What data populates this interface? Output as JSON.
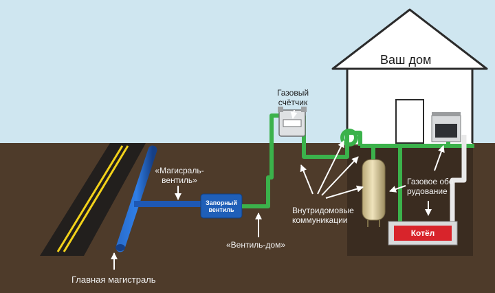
{
  "labels": {
    "house_title": "Ваш дом",
    "gas_meter": [
      "Газовый",
      "счётчик"
    ],
    "main_valve": [
      "«Магисраль-",
      "вентиль»"
    ],
    "shutoff_valve": [
      "Запорный",
      "вентиль"
    ],
    "valve_house": "«Вентиль-дом»",
    "indoor_comm": [
      "Внутридомовые",
      "коммуникации"
    ],
    "gas_equipment": [
      "Газовое обо-",
      "рудование"
    ],
    "boiler": "Котёл",
    "main_pipe": "Главная магистраль"
  },
  "colors": {
    "sky": "#cfe6f0",
    "ground": "#4e3b2a",
    "road": "#221f1d",
    "road_line": "#f2d21a",
    "main_pipe": "#1e58b4",
    "house_pipe": "#3bb24b",
    "valve": "#1f5fb8",
    "boiler": "#d8242b"
  }
}
